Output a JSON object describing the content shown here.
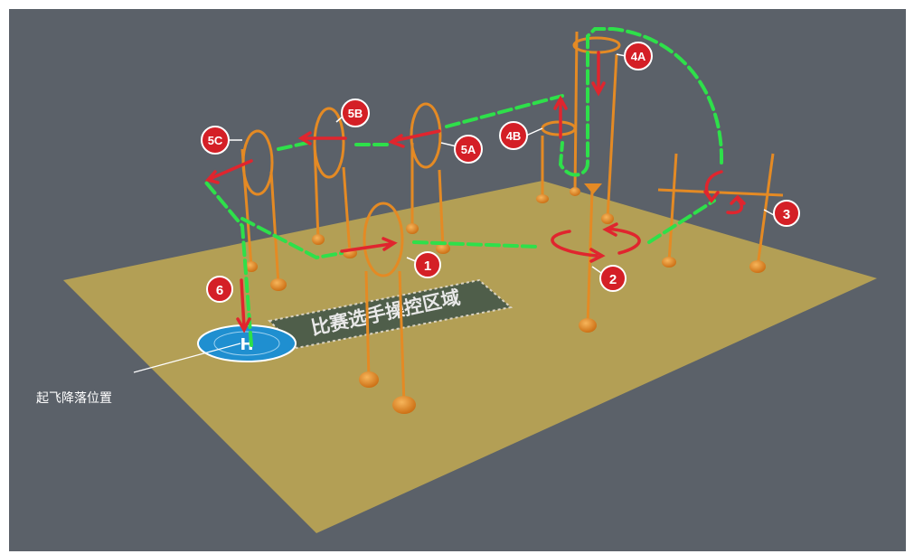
{
  "caption": "起飞降落位置",
  "zone_text": "比赛选手操控区域",
  "markers": [
    "1",
    "2",
    "3",
    "4A",
    "4B",
    "5A",
    "5B",
    "5C",
    "6"
  ],
  "colors": {
    "background": "#5b6169",
    "ground": "#b5a055",
    "pole": "#e48a24",
    "path": "#2ee04a",
    "arrow": "#e0252e",
    "marker": "#d41f26",
    "helipad": "#1f8fd0",
    "zone": "#4f5e4a"
  }
}
